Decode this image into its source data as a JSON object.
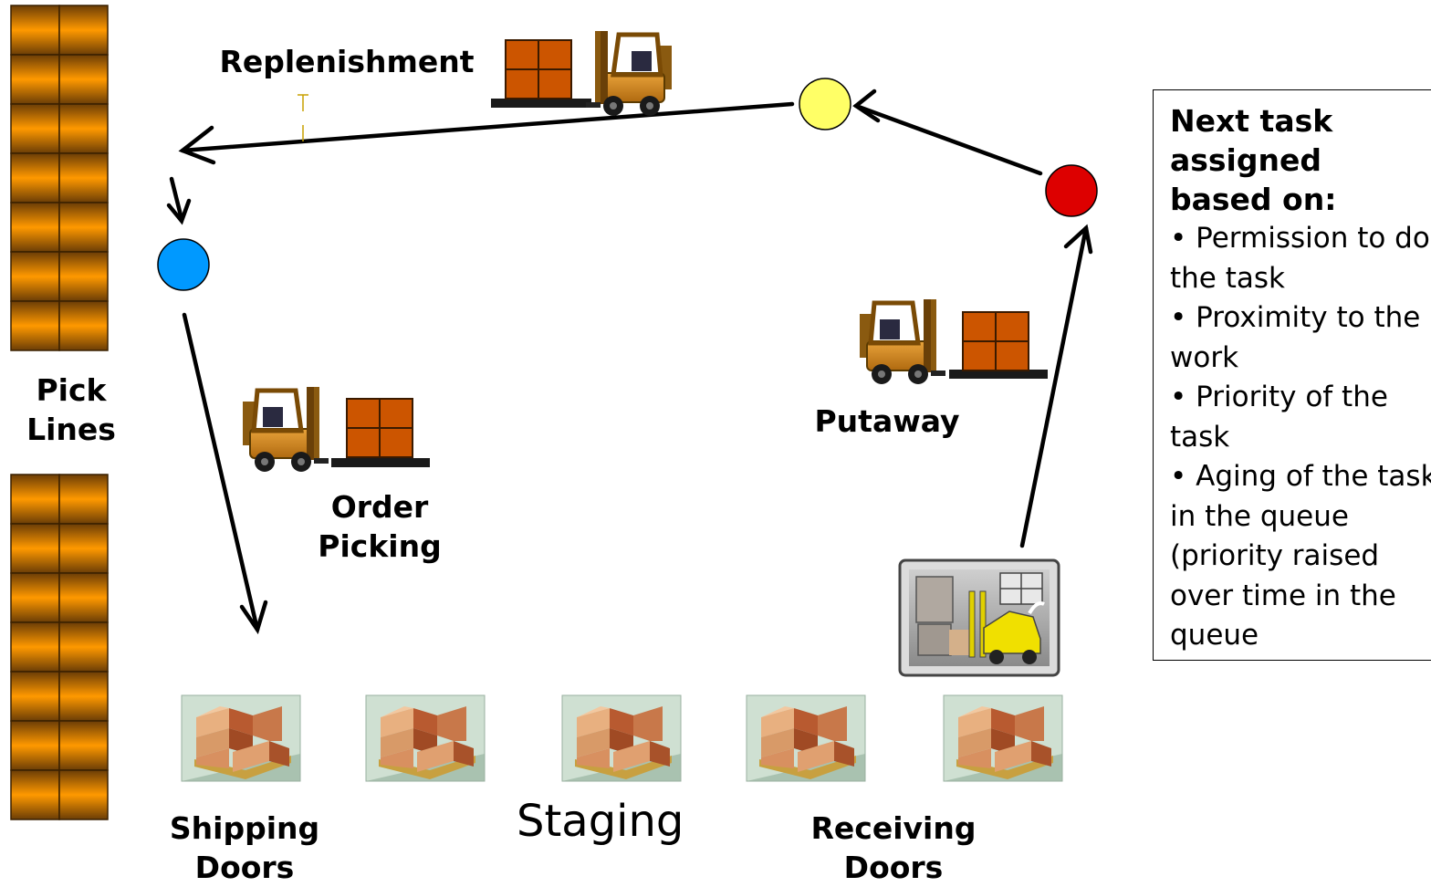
{
  "labels": {
    "replenishment": "Replenishment",
    "pick_lines": [
      "Pick",
      "Lines"
    ],
    "order_picking": [
      "Order",
      "Picking"
    ],
    "putaway": "Putaway",
    "staging": "Staging",
    "shipping_doors": [
      "Shipping",
      "Doors"
    ],
    "receiving_doors": [
      "Receiving",
      "Doors"
    ]
  },
  "info_box": {
    "title": [
      "Next task",
      "assigned",
      "based on:"
    ],
    "items": [
      "Permission to do the task",
      "Proximity to the work",
      "Priority of the task",
      "Aging of the task in the queue (priority raised over time in the queue"
    ]
  },
  "nodes": [
    {
      "name": "replenishment-node",
      "color": "#ffff66"
    },
    {
      "name": "pick-node",
      "color": "#0099ff"
    },
    {
      "name": "putaway-node",
      "color": "#dd0000"
    }
  ],
  "icons": [
    "pick-rack-icon",
    "forklift-icon",
    "pallet-boxes-icon",
    "warehouse-scene-icon"
  ],
  "colors": {
    "rack_light": "#ff9900",
    "rack_dark": "#6b3d06",
    "box": "#cc5500",
    "arrow": "#000000",
    "forklift_body": "#d4881a"
  }
}
